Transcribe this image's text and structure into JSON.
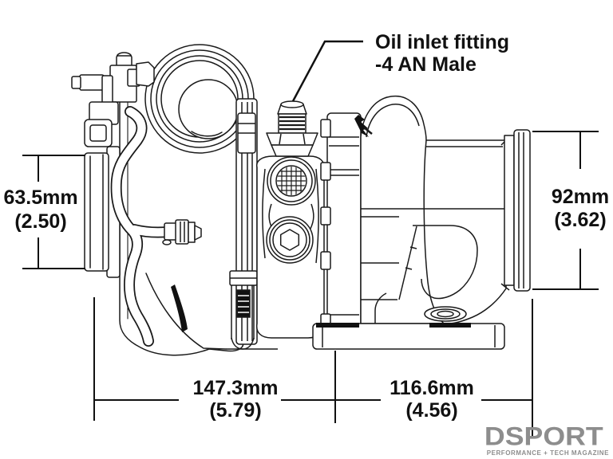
{
  "drawing": {
    "subject": "Turbocharger side-view dimensional line drawing",
    "background": "#ffffff",
    "line_color": "#1a1a1a"
  },
  "callout": {
    "line1": "Oil inlet fitting",
    "line2": "-4 AN Male"
  },
  "dimensions": {
    "left": {
      "mm": "63.5mm",
      "inch": "(2.50)"
    },
    "right": {
      "mm": "92mm",
      "inch": "(3.62)"
    },
    "bottom_left": {
      "mm": "147.3mm",
      "inch": "(5.79)"
    },
    "bottom_right": {
      "mm": "116.6mm",
      "inch": "(4.56)"
    }
  },
  "logo": {
    "name": "DSPORT",
    "tagline": "PERFORMANCE + TECH MAGAZINE",
    "color": "#8d8d8d"
  }
}
